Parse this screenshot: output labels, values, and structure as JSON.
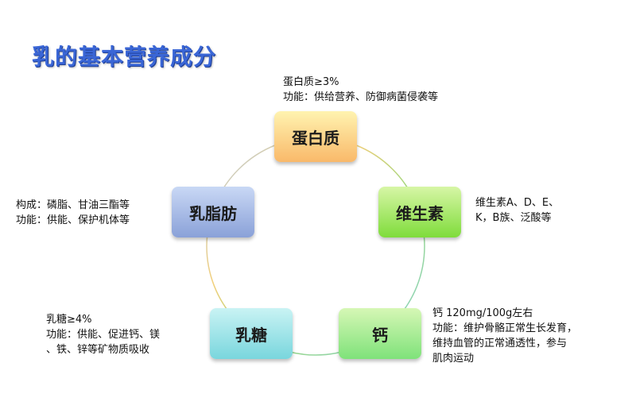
{
  "title": "乳的基本营养成分",
  "colors": {
    "title": "#3a66d6",
    "protein": [
      "#fff3b0",
      "#f9b96a"
    ],
    "vitamin": [
      "#d7f6a6",
      "#7fdc3b"
    ],
    "calcium": [
      "#d6f7b5",
      "#7fe27a"
    ],
    "lactose": [
      "#c9f3f4",
      "#79d6dd"
    ],
    "fat": [
      "#c9d8f5",
      "#8aa1d8"
    ]
  },
  "nodes": {
    "protein": {
      "label": "蛋白质",
      "desc": [
        "蛋白质≥3%",
        "功能：供给营养、防御病菌侵袭等"
      ]
    },
    "vitamin": {
      "label": "维生素",
      "desc": [
        "维生素A、D、E、",
        "K，B族、泛酸等"
      ]
    },
    "calcium": {
      "label": "钙",
      "desc": [
        "钙 120mg/100g左右",
        "功能：维护骨骼正常生长发育，",
        "维持血管的正常通透性，参与",
        "肌肉运动"
      ]
    },
    "lactose": {
      "label": "乳糖",
      "desc": [
        "乳糖≥4%",
        "功能：供能、促进钙、镁",
        "、铁、锌等矿物质吸收"
      ]
    },
    "fat": {
      "label": "乳脂肪",
      "desc": [
        "构成：磷脂、甘油三酯等",
        "功能：供能、保护机体等"
      ]
    }
  }
}
